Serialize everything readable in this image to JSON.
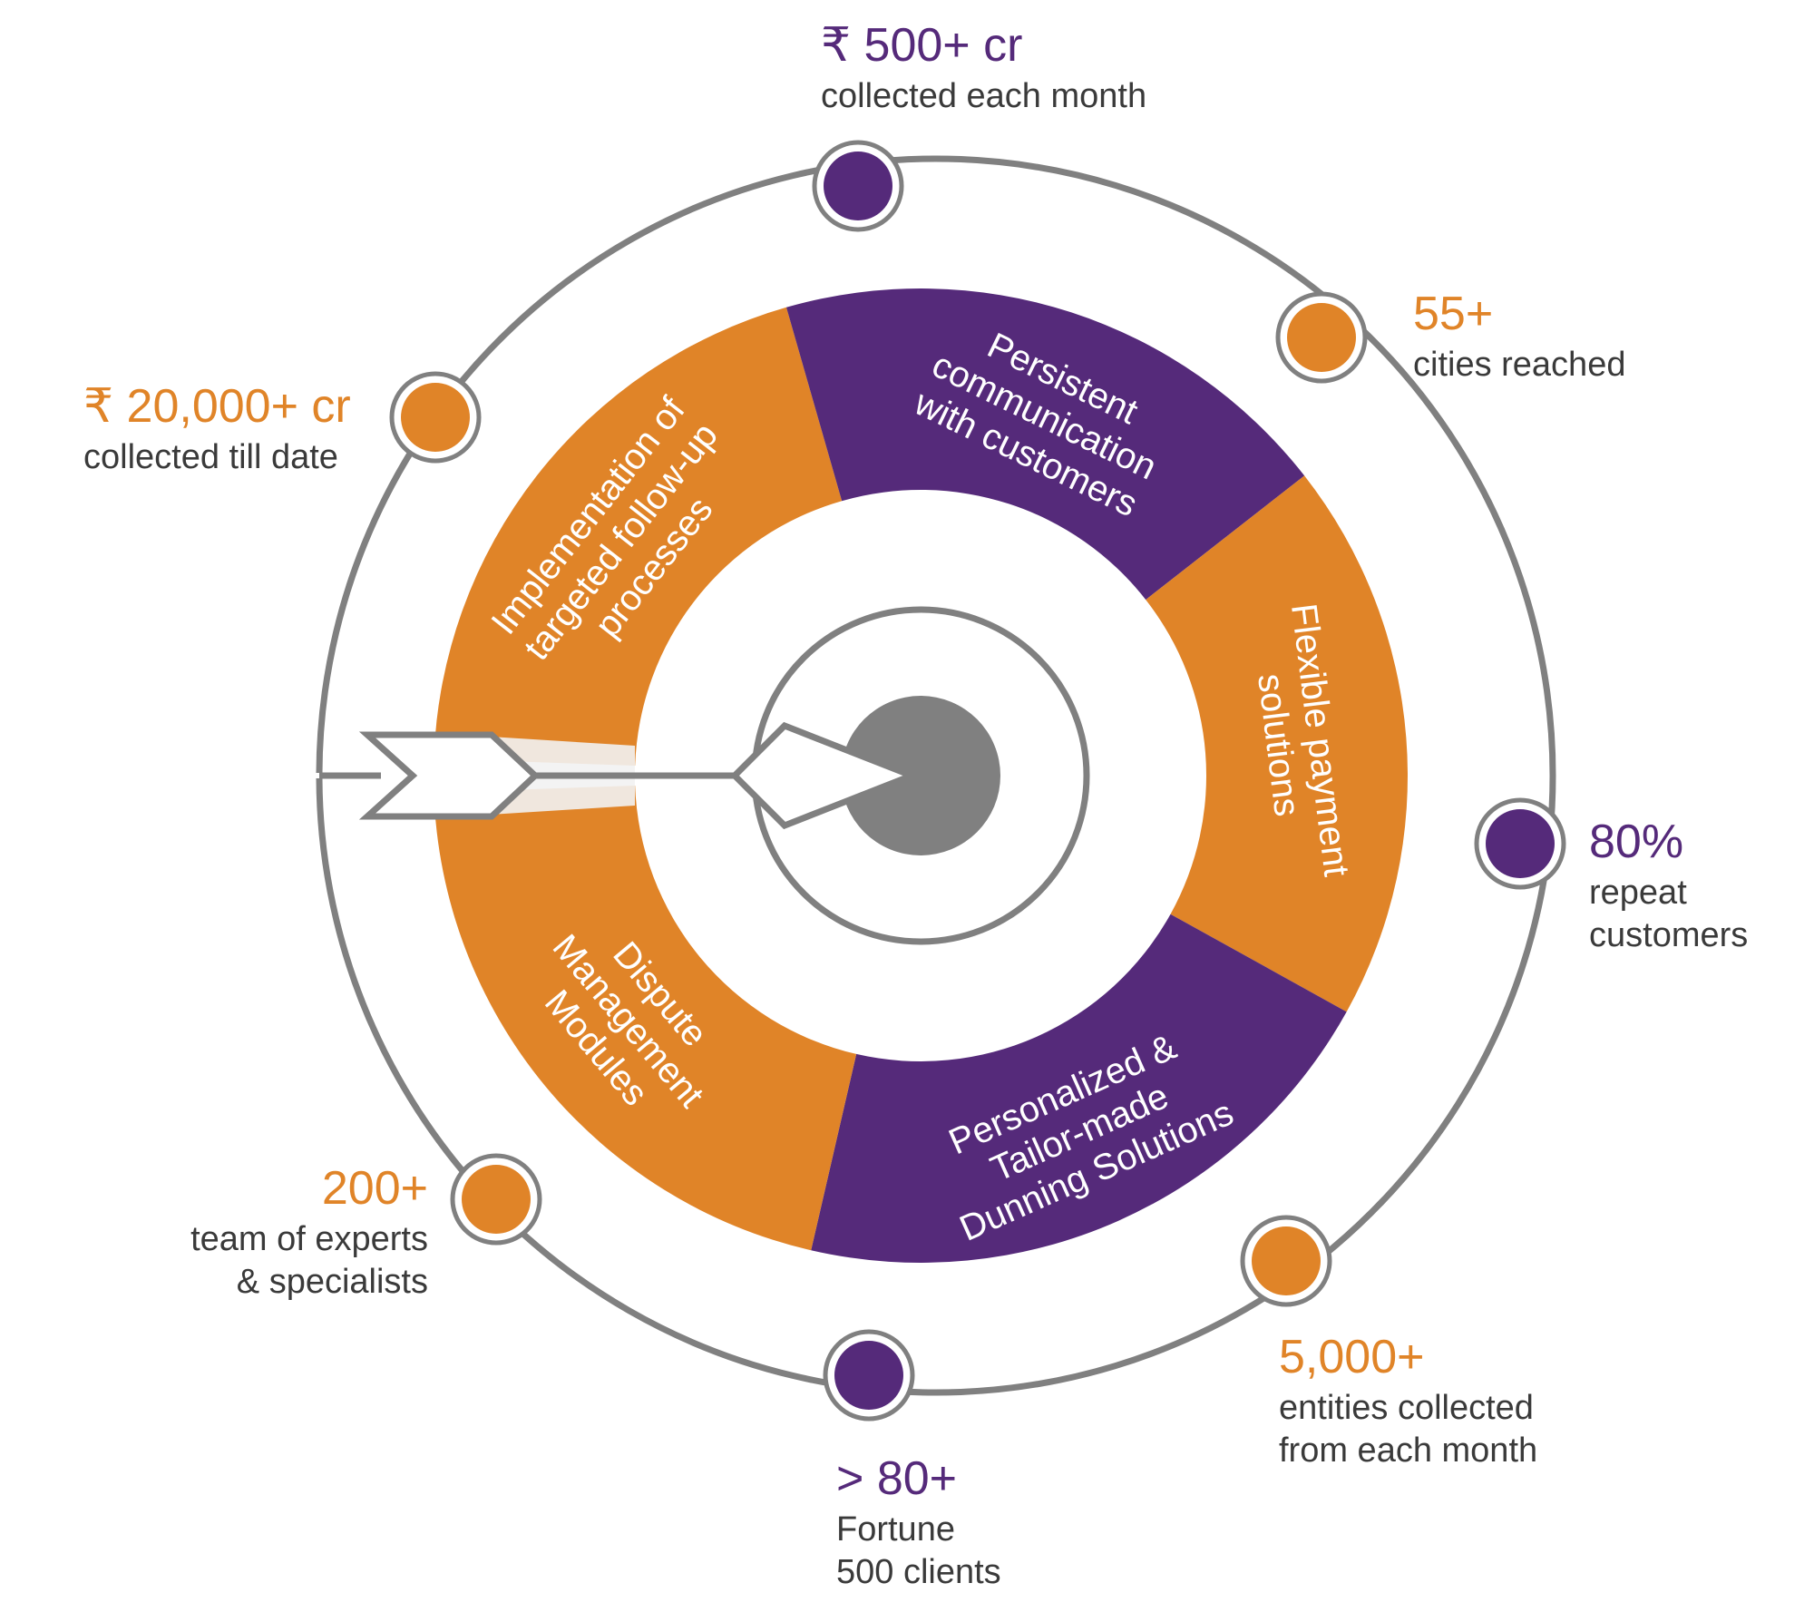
{
  "colors": {
    "orange": "#e08428",
    "purple": "#552a7a",
    "ring_line": "#808080",
    "bullseye": "#808080"
  },
  "segments": [
    {
      "label_lines": [
        "Implementation of",
        "targeted follow-up",
        "processes"
      ],
      "color": "orange"
    },
    {
      "label_lines": [
        "Persistent",
        "communication",
        "with customers"
      ],
      "color": "purple"
    },
    {
      "label_lines": [
        "Flexible payment",
        "solutions"
      ],
      "color": "orange"
    },
    {
      "label_lines": [
        "Personalized &",
        "Tailor-made",
        "Dunning Solutions"
      ],
      "color": "purple"
    },
    {
      "label_lines": [
        "Dispute",
        "Management",
        "Modules"
      ],
      "color": "orange"
    }
  ],
  "stats": [
    {
      "id": "monthly-collection",
      "value": "₹ 500+ cr",
      "description": "collected each month",
      "color": "purple"
    },
    {
      "id": "cities",
      "value": "55+",
      "description": "cities reached",
      "color": "orange"
    },
    {
      "id": "repeat-customers",
      "value": "80%",
      "description": "repeat\ncustomers",
      "color": "purple"
    },
    {
      "id": "entities",
      "value": "5,000+",
      "description": "entities collected\nfrom each month",
      "color": "orange"
    },
    {
      "id": "fortune-clients",
      "value": "> 80+",
      "description": "Fortune\n500 clients",
      "color": "purple"
    },
    {
      "id": "experts",
      "value": "200+",
      "description": "team of experts\n& specialists",
      "color": "orange"
    },
    {
      "id": "total-collection",
      "value": "₹ 20,000+ cr",
      "description": "collected till date",
      "color": "orange"
    }
  ]
}
